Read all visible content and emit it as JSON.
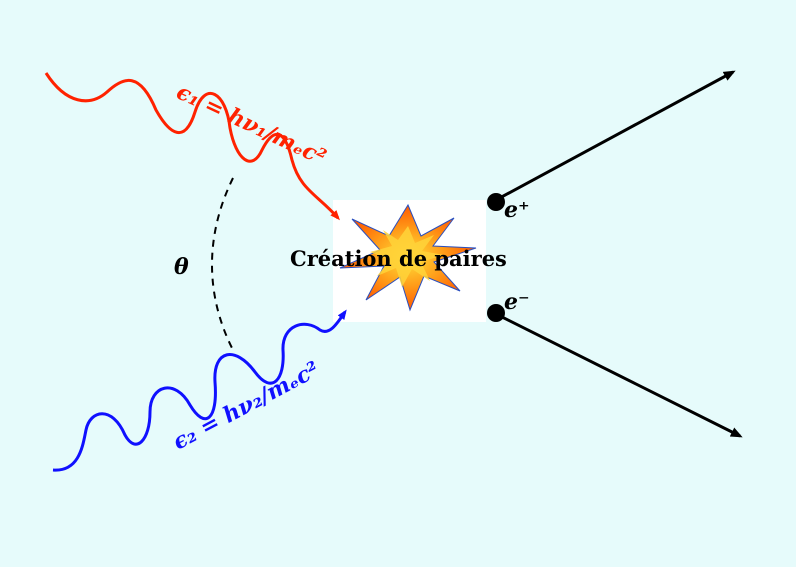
{
  "photon_1": {
    "label": "ϵ₁ = hν₁/mₑc²",
    "color": "#ff2200"
  },
  "photon_2": {
    "label": "ϵ₂ = hν₂/mₑc²",
    "color": "#1010ff"
  },
  "angle": {
    "label": "θ"
  },
  "center": {
    "label": "Création de paires"
  },
  "positron": {
    "label": "e⁺"
  },
  "electron": {
    "label": "e⁻"
  },
  "colors": {
    "background": "#e6fbfb",
    "box": "#ffffff",
    "arrow": "#000000"
  }
}
